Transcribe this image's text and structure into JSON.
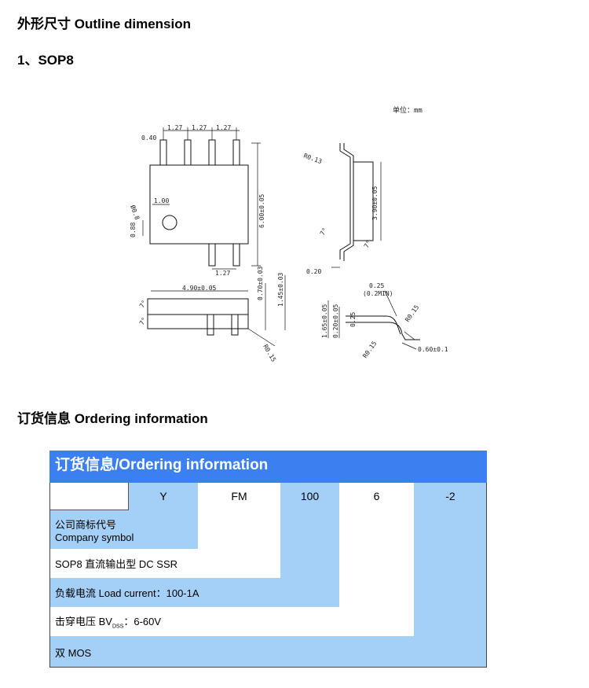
{
  "sections": {
    "outline_title": "外形尺寸  Outline dimension",
    "package_title": "1、SOP8",
    "ordering_title": "订货信息  Ordering information"
  },
  "drawing": {
    "unit_label": "单位：mm",
    "dims": {
      "lead_w": "0.40",
      "pitch": "1.27",
      "body_w": "6.00±0.05",
      "pin1_offset": "1.00",
      "pin1_dia": "Ø0.8",
      "pin1_y": "0.88",
      "body_len": "4.90±0.05",
      "body_len2": "3.90±0.05",
      "r1": "R0.13",
      "angle": "7°",
      "standoff": "0.20",
      "height1": "0.70±0.03",
      "height2": "1.45±0.03",
      "r_side": "R0.15",
      "foot_t": "0.25",
      "gauge": "(0.2MIN)",
      "h3": "1.65±0.05",
      "h4": "0.20±0.05",
      "h5": "0.25",
      "r3": "R0.15",
      "r4": "R0.15",
      "foot_len": "0.60±0.1"
    }
  },
  "ordering": {
    "header": "订货信息/Ordering information",
    "codes": [
      "Y",
      "FM",
      "100",
      "6",
      "-2"
    ],
    "rows": {
      "company_cn": "公司商标代号",
      "company_en": "Company symbol",
      "package": "SOP8 直流输出型 DC SSR",
      "load_label": "负载电流  Load current：",
      "load_value": "100-1A",
      "bv_label": "击穿电压  BV",
      "bv_sub": "DSS",
      "bv_value": "：6-60V",
      "mos": "双 MOS"
    }
  }
}
